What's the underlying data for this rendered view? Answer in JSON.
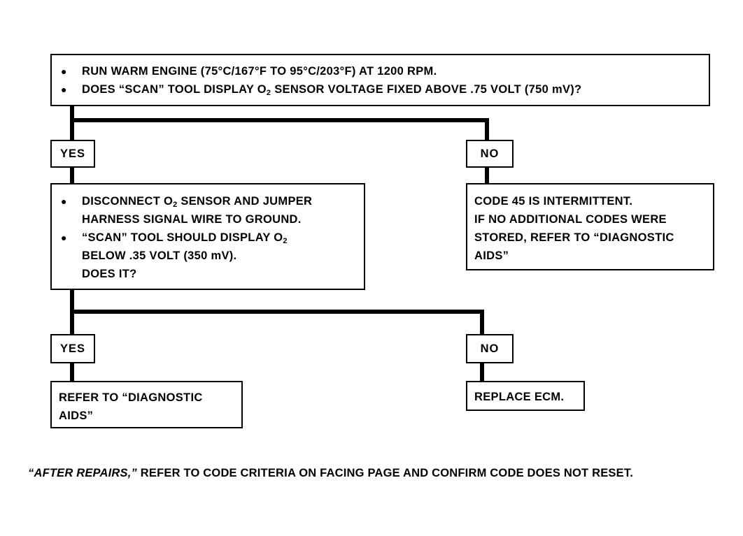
{
  "box_start": {
    "line1": "RUN WARM ENGINE (75°C/167°F TO 95°C/203°F) AT 1200 RPM.",
    "line2_pre": "DOES “SCAN” TOOL DISPLAY O",
    "line2_sub": "2",
    "line2_post": " SENSOR  VOLTAGE  FIXED ABOVE .75 VOLT (750 mV)?"
  },
  "label_yes_1": "YES",
  "label_no_1": "NO",
  "box_disconnect": {
    "b1_pre": "DISCONNECT O",
    "b1_sub": "2",
    "b1_post": " SENSOR AND JUMPER",
    "b1_cont": "HARNESS SIGNAL WIRE TO GROUND.",
    "b2_pre": "“SCAN” TOOL SHOULD DISPLAY O",
    "b2_sub": "2",
    "b2_cont1": "BELOW .35 VOLT  (350 mV).",
    "b2_cont2": "DOES IT?"
  },
  "box_code45": {
    "line1": "CODE 45 IS INTERMITTENT.",
    "line2": "IF NO ADDITIONAL CODES WERE",
    "line3": "STORED, REFER TO  “DIAGNOSTIC",
    "line4": "AIDS”"
  },
  "label_yes_2": "YES",
  "label_no_2": "NO",
  "box_refer": {
    "line1": "REFER TO  “DIAGNOSTIC",
    "line2": "AIDS”"
  },
  "box_replace": {
    "line1": "REPLACE ECM."
  },
  "footer": {
    "emphasis": "“AFTER REPAIRS,”",
    "text": " REFER TO CODE CRITERIA ON FACING PAGE AND CONFIRM CODE DOES NOT RESET."
  },
  "bullet_glyph": "●"
}
